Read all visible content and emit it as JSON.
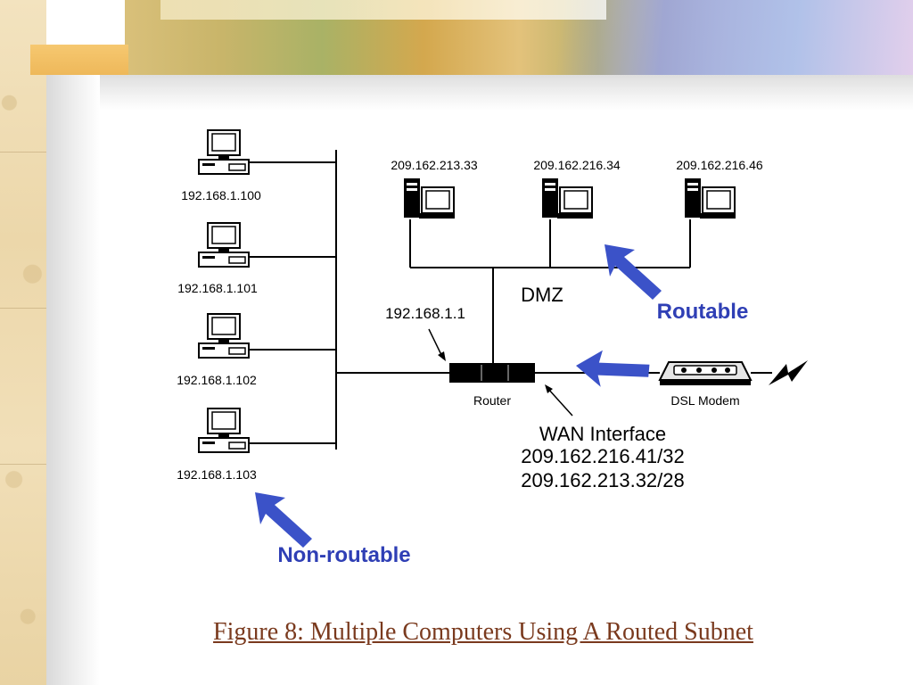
{
  "diagram": {
    "private_hosts": [
      {
        "ip": "192.168.1.100"
      },
      {
        "ip": "192.168.1.101"
      },
      {
        "ip": "192.168.1.102"
      },
      {
        "ip": "192.168.1.103"
      }
    ],
    "dmz_hosts": [
      {
        "ip": "209.162.213.33"
      },
      {
        "ip": "209.162.216.34"
      },
      {
        "ip": "209.162.216.46"
      }
    ],
    "dmz_label": "DMZ",
    "router_ip": "192.168.1.1",
    "router_label": "Router",
    "modem_label": "DSL Modem",
    "wan_interface": {
      "title": "WAN Interface",
      "addresses": [
        "209.162.216.41/32",
        "209.162.213.32/28"
      ]
    },
    "routable_label": "Routable",
    "non_routable_label": "Non-routable",
    "arrow_color": "#3b52c8",
    "label_color": "#2f3fb5"
  },
  "caption": "Figure 8: Multiple Computers Using A Routed Subnet"
}
